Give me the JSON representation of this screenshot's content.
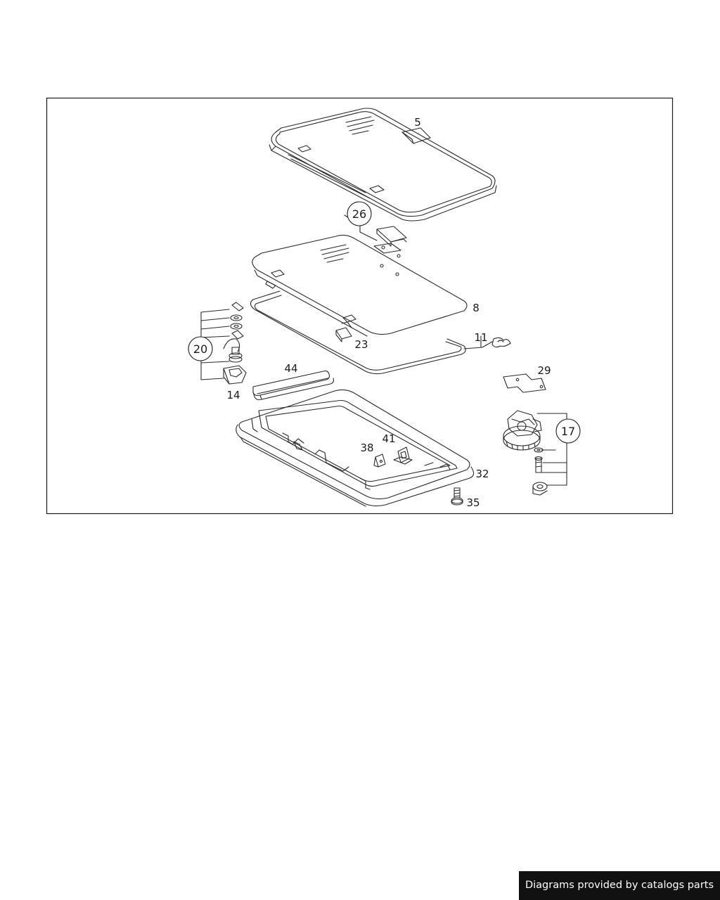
{
  "diagram": {
    "part_labels": [
      {
        "key": "p5",
        "text": "5",
        "circled": false
      },
      {
        "key": "p26",
        "text": "26",
        "circled": true
      },
      {
        "key": "p8",
        "text": "8",
        "circled": false
      },
      {
        "key": "p23",
        "text": "23",
        "circled": false
      },
      {
        "key": "p11",
        "text": "11",
        "circled": false
      },
      {
        "key": "p29",
        "text": "29",
        "circled": false
      },
      {
        "key": "p20",
        "text": "20",
        "circled": true
      },
      {
        "key": "p44",
        "text": "44",
        "circled": false
      },
      {
        "key": "p14",
        "text": "14",
        "circled": false
      },
      {
        "key": "p17",
        "text": "17",
        "circled": true
      },
      {
        "key": "p41",
        "text": "41",
        "circled": false
      },
      {
        "key": "p38",
        "text": "38",
        "circled": false
      },
      {
        "key": "p32",
        "text": "32",
        "circled": false
      },
      {
        "key": "p35",
        "text": "35",
        "circled": false
      }
    ]
  },
  "credit": {
    "text": "Diagrams provided by catalogs parts",
    "background": "#111111",
    "color": "#ffffff"
  },
  "colors": {
    "line": "#2a2a2a",
    "frame": "#1a1a1a",
    "background": "#ffffff"
  }
}
